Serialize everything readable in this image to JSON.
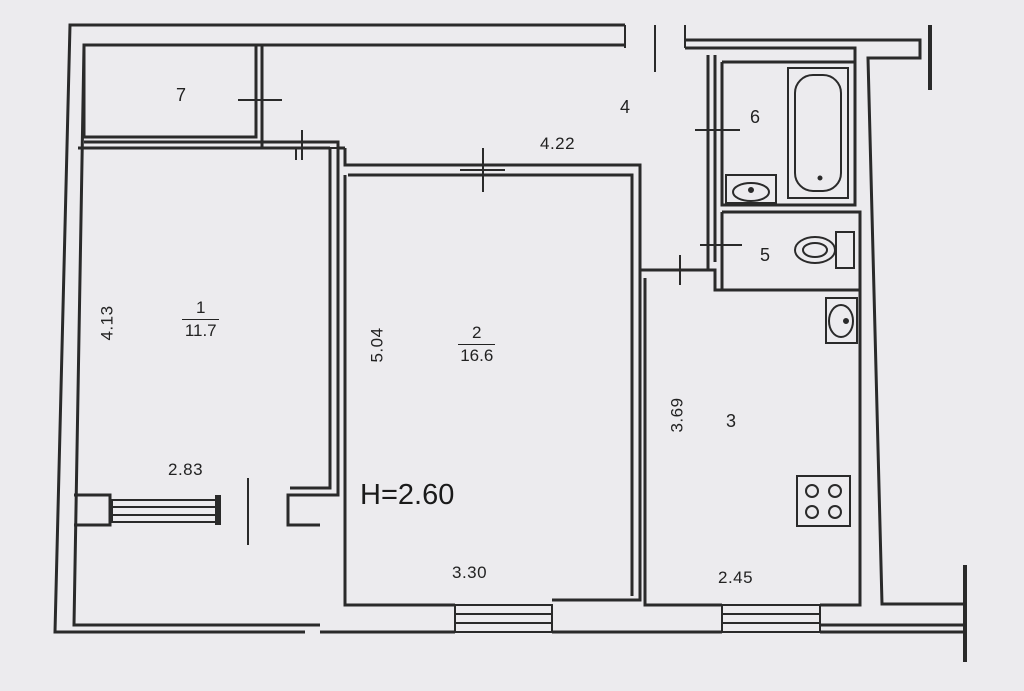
{
  "plan": {
    "ceiling_height": "H=2.60",
    "rooms": [
      {
        "number": "1",
        "area": "11.7"
      },
      {
        "number": "2",
        "area": "16.6"
      },
      {
        "number": "3"
      },
      {
        "number": "4"
      },
      {
        "number": "5"
      },
      {
        "number": "6"
      },
      {
        "number": "7"
      }
    ],
    "dimensions": {
      "room1_height": "4.13",
      "room1_width": "2.83",
      "room2_height": "5.04",
      "room2_width": "3.30",
      "room3_height": "3.69",
      "room3_width": "2.45",
      "hall_width": "4.22"
    }
  },
  "colors": {
    "background": "#ecebee",
    "wall": "#2a2a2a",
    "ink": "#222222"
  }
}
